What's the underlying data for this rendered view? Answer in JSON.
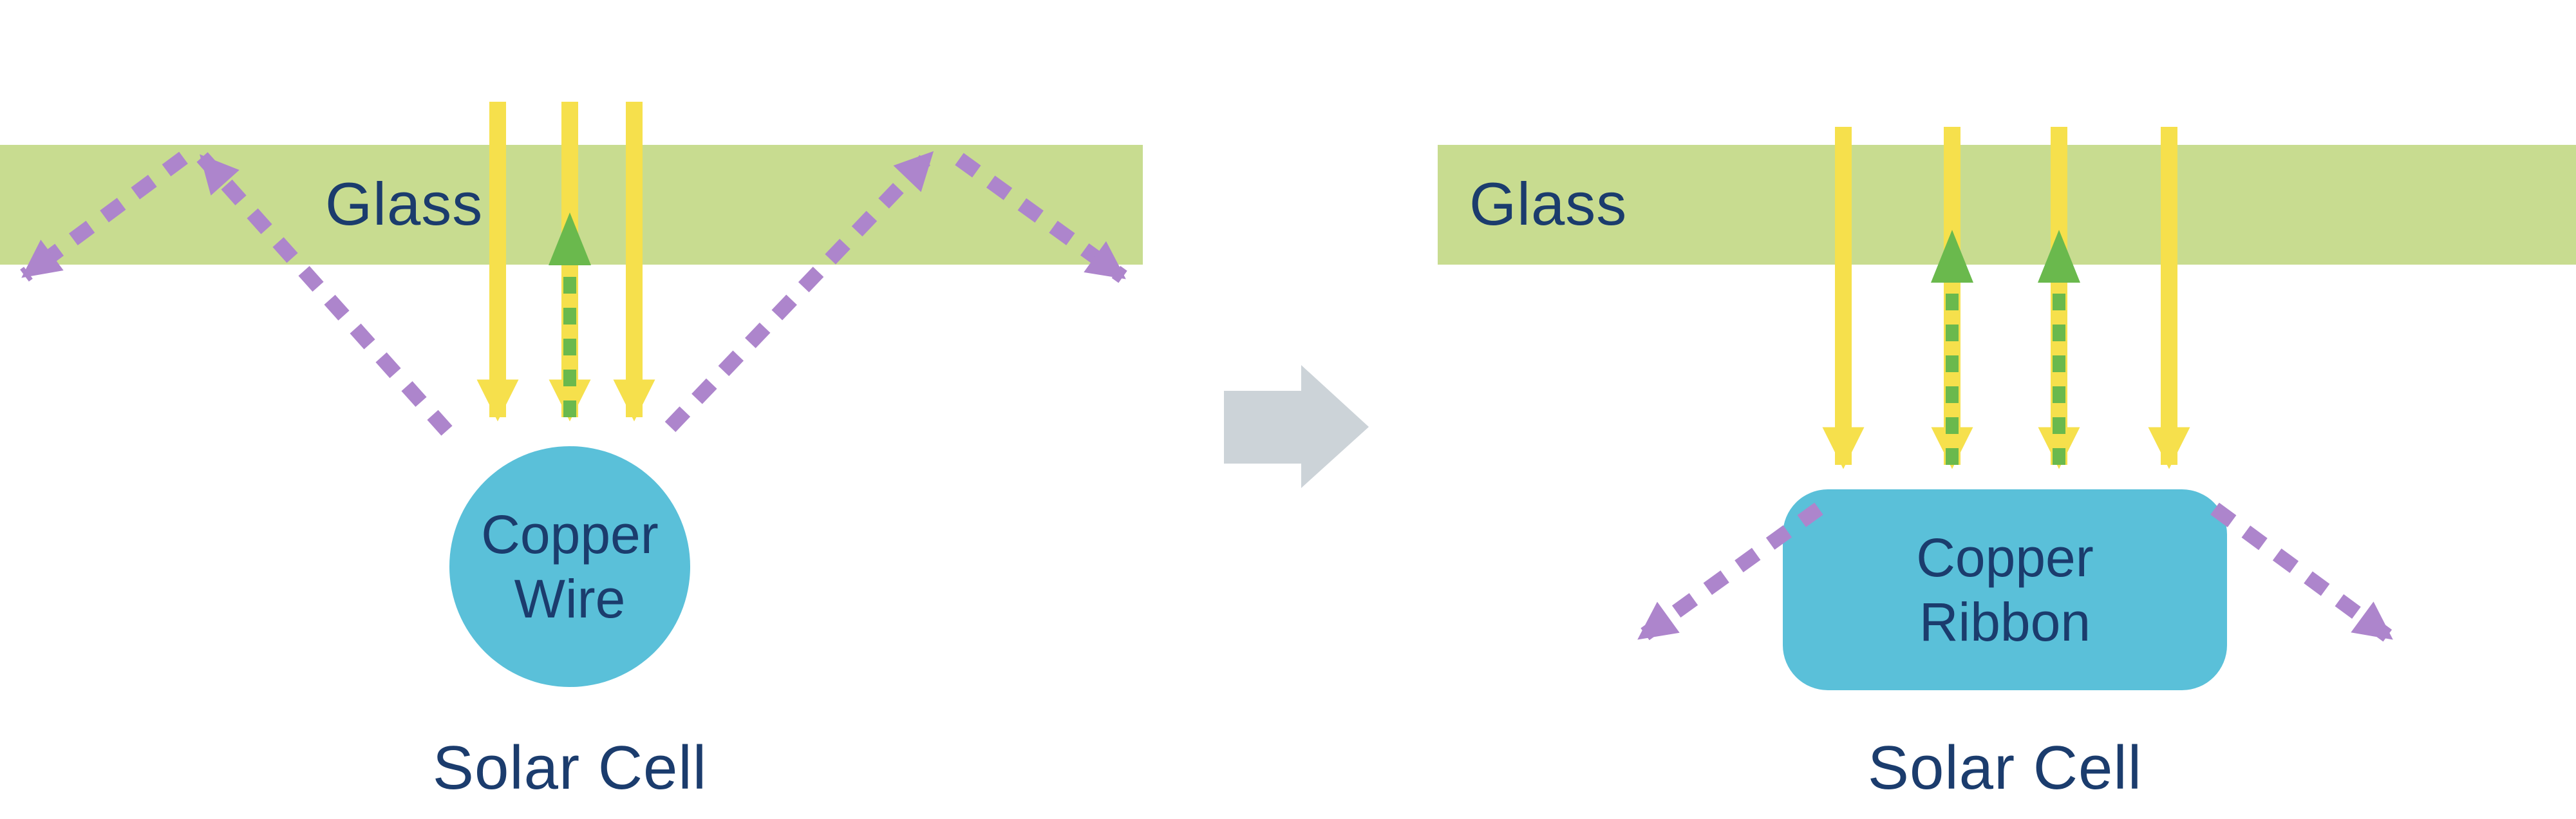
{
  "diagram": {
    "title_hint": "Light capture comparison: round copper wire vs flat copper ribbon under solar glass",
    "panels": {
      "left": {
        "glass_label": "Glass",
        "conductor_line1": "Copper",
        "conductor_line2": "Wire",
        "cell_label": "Solar Cell"
      },
      "right": {
        "glass_label": "Glass",
        "conductor_line1": "Copper",
        "conductor_line2": "Ribbon",
        "cell_label": "Solar Cell"
      }
    },
    "colors": {
      "glass_green": "#c8dc90",
      "label_navy": "#1b3c6d",
      "incident_light_yellow": "#f6e04c",
      "reflected_light_green": "#6ab94d",
      "scattered_light_purple": "#ad85cc",
      "copper_teal": "#5ac0d9",
      "transition_arrow_gray": "#ccd3d8"
    }
  }
}
